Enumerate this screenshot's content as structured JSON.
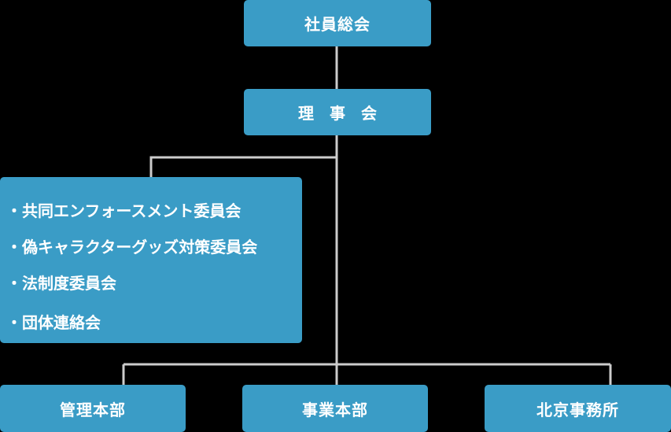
{
  "nodes": {
    "general_assembly": "社員総会",
    "board": "理事会",
    "committees": [
      "共同エンフォースメント委員会",
      "偽キャラクターグッズ対策委員会",
      "法制度委員会",
      "団体連絡会"
    ],
    "bullet": "・",
    "admin_hq": "管理本部",
    "business_hq": "事業本部",
    "beijing_office": "北京事務所"
  },
  "colors": {
    "background": "#000000",
    "box": "#3a9cc6",
    "text": "#ffffff",
    "connector": "#cccccc"
  }
}
